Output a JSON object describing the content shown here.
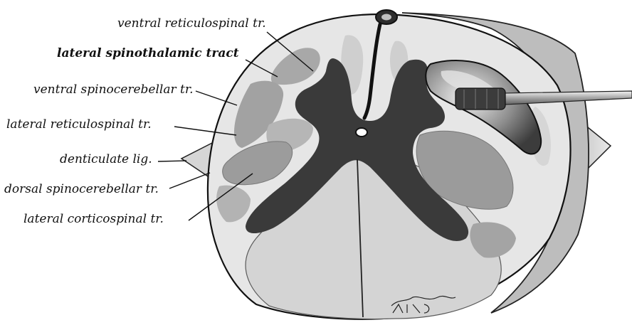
{
  "labels": {
    "ventral_reticulospinal": "ventral reticulospinal tr.",
    "lateral_spinothalamic": "lateral spinothalamic tract",
    "ventral_spinocerebellar": "ventral spinocerebellar tr.",
    "lateral_reticulospinal": "lateral reticulospinal tr.",
    "denticulate_lig": "denticulate lig.",
    "dorsal_spinocerebellar": "dorsal spinocerebellar tr.",
    "lateral_corticospinal": "lateral corticospinal tr."
  },
  "colors": {
    "gray_matter": "#3a3a3a",
    "white_matter": "#e6e6e6",
    "tract_dark": "#9a9a9a",
    "tract_light": "#c4c4c4",
    "dorsal_columns": "#d4d4d4",
    "outline": "#111111"
  },
  "icons": {
    "instrument": "probe-icon",
    "artist_mark": "signature-mark"
  }
}
